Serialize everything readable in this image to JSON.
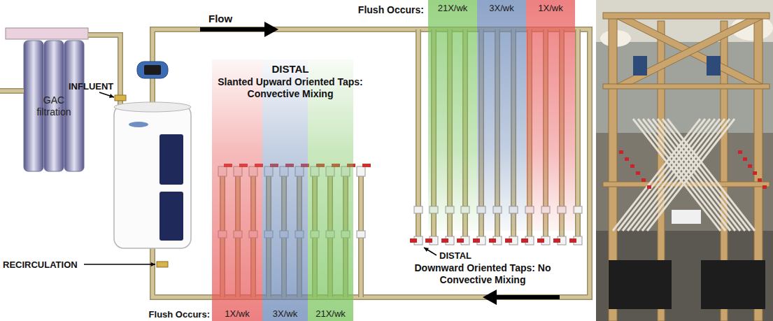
{
  "diagram": {
    "nodes": [
      {
        "text": [
          "GAC filtration"
        ]
      },
      {
        "text": [
          "21X/wk"
        ]
      },
      {
        "text": [
          "3X/wk"
        ]
      },
      {
        "text": [
          "1X/wk"
        ]
      },
      {
        "text": [
          "1X/wk"
        ]
      },
      {
        "text": [
          "3X/wk"
        ]
      },
      {
        "text": [
          "21X/wk"
        ]
      }
    ],
    "labels": [
      "INFLUENT",
      "Flow",
      "Flush Occurs:",
      "DISTAL",
      "Slanted Upward Oriented Taps: Convective Mixing",
      "DISTAL",
      "Downward Oriented Taps: No Convective Mixing",
      "RECIRCULATION",
      "Flush Occurs:"
    ]
  }
}
